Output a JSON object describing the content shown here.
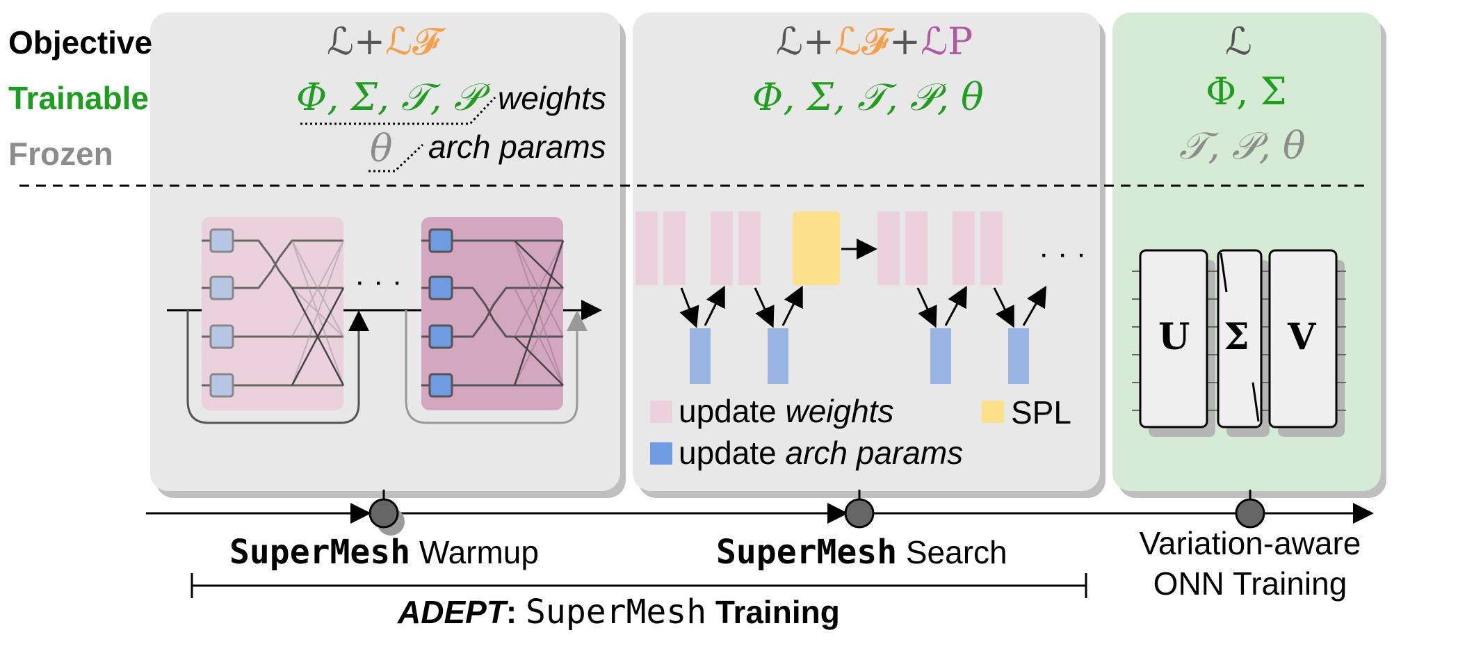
{
  "rows": {
    "objective": "Objective",
    "trainable": "Trainable",
    "frozen": "Frozen"
  },
  "panel1": {
    "objective": {
      "base": "ℒ",
      "plus": "+",
      "fidelity": "ℒ𝓕"
    },
    "trainable": "Φ, Σ, 𝒯, 𝒫",
    "frozen": "θ",
    "weights_note": "weights",
    "arch_note": "arch params"
  },
  "panel2": {
    "objective": {
      "base": "ℒ",
      "plus1": "+",
      "fidelity": "ℒ𝓕",
      "plus2": "+",
      "penalty": "ℒP"
    },
    "trainable": "Φ, Σ, 𝒯, 𝒫, θ",
    "dots": "· · ·",
    "legend": {
      "update": "update ",
      "weights": "weights",
      "arch": "arch params",
      "spl": "SPL"
    }
  },
  "panel3": {
    "objective": "ℒ",
    "trainable": "Φ, Σ",
    "frozen": "𝒯, 𝒫, θ",
    "blocks": [
      "U",
      "Σ",
      "V"
    ]
  },
  "panel1_dots": "· · ·",
  "timeline": {
    "stage1": {
      "mono": "SuperMesh",
      "text": "Warmup"
    },
    "stage2": {
      "mono": "SuperMesh",
      "text": "Search"
    },
    "stage3": {
      "line1": "Variation-aware",
      "line2": "ONN Training"
    },
    "bracket": {
      "adept": "ADEPT",
      "colon": ": ",
      "mono": "SuperMesh",
      "text": "Training"
    }
  },
  "colors": {
    "green": "#1e9e1e",
    "orange": "#f5a04a",
    "purple": "#b05aa0",
    "gray": "#8c8c8c",
    "pink": "#ead1dc",
    "blue": "#98b4e0",
    "yellow": "#fce08a",
    "panel_gray": "#e8e8e8",
    "panel_green": "#d6ebd3"
  }
}
